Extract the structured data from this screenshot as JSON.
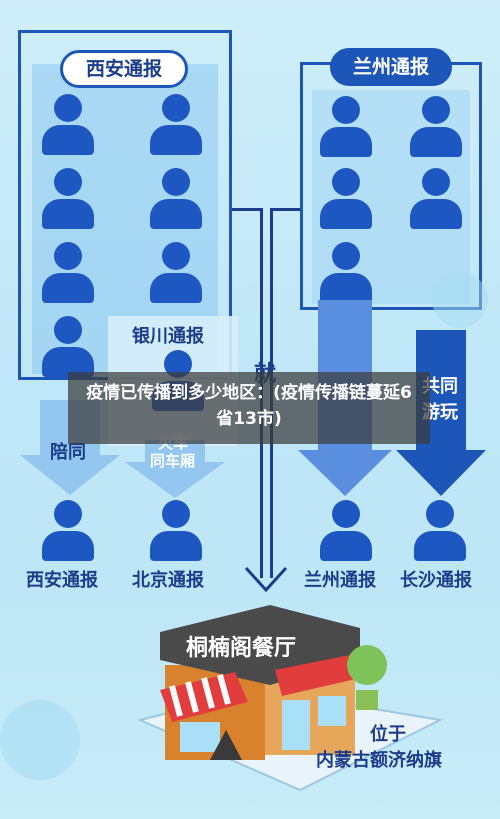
{
  "groups": {
    "xian_top": "西安通报",
    "lanzhou_top": "兰州通报",
    "yinchuan": "银川通报"
  },
  "middle_char": "就",
  "right_note_line1": "共同",
  "right_note_line2": "游玩",
  "left_note": "陪同",
  "train_note_line1": "火车",
  "train_note_line2": "同车厢",
  "bottom_labels": [
    "西安通报",
    "北京通报",
    "兰州通报",
    "长沙通报"
  ],
  "restaurant_name": "桐楠阁餐厅",
  "location_line1": "位于",
  "location_line2": "内蒙古额济纳旗",
  "overlay_title": "疫情已传播到多少地区：(疫情传播链蔓延6省13市)",
  "colors": {
    "primary_blue": "#1c56b8",
    "light_blue_bg": "#cfeefa",
    "arrow_blue": "#5a8fe0"
  }
}
